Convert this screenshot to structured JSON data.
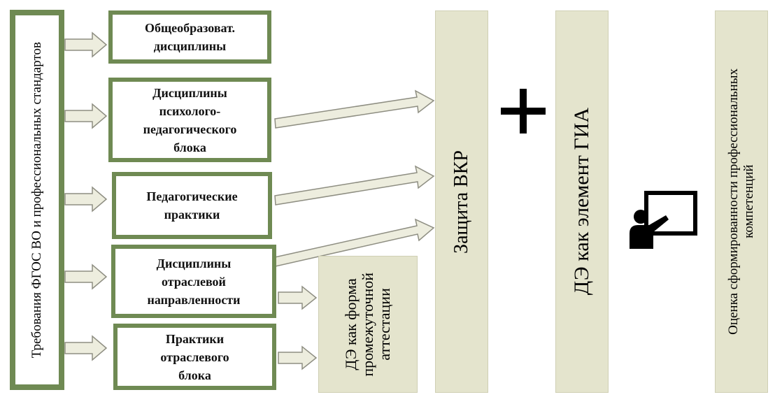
{
  "requirements": "Требования ФГОС ВО и профессиональных стандартов",
  "categories": [
    {
      "key": "general",
      "lines": [
        "Общеобразоват.",
        "дисциплины"
      ]
    },
    {
      "key": "psychology",
      "lines": [
        "Дисциплины",
        "психолого-",
        "педагогического",
        "блока"
      ]
    },
    {
      "key": "pedagogical",
      "lines": [
        "Педагогические",
        "практики"
      ]
    },
    {
      "key": "industry",
      "lines": [
        "Дисциплины",
        "отраслевой",
        "направленности"
      ]
    },
    {
      "key": "industry_practice",
      "lines": [
        "Практики",
        "отраслевого",
        "блока"
      ]
    }
  ],
  "intermediate": [
    "ДЭ как форма",
    "промежуточной",
    "аттестации"
  ],
  "thesis": "Защита ВКР",
  "gia": "ДЭ как элемент ГИА",
  "assessment": [
    "Оценка сформированности профессиональных",
    "компетенций"
  ],
  "icons": {
    "plus": "plus-icon",
    "teacher": "teacher-board-icon"
  },
  "colors": {
    "border": "#6f8a53",
    "panel": "#e4e4cd",
    "arrow_fill": "#ededde",
    "arrow_stroke": "#8e8e82"
  }
}
